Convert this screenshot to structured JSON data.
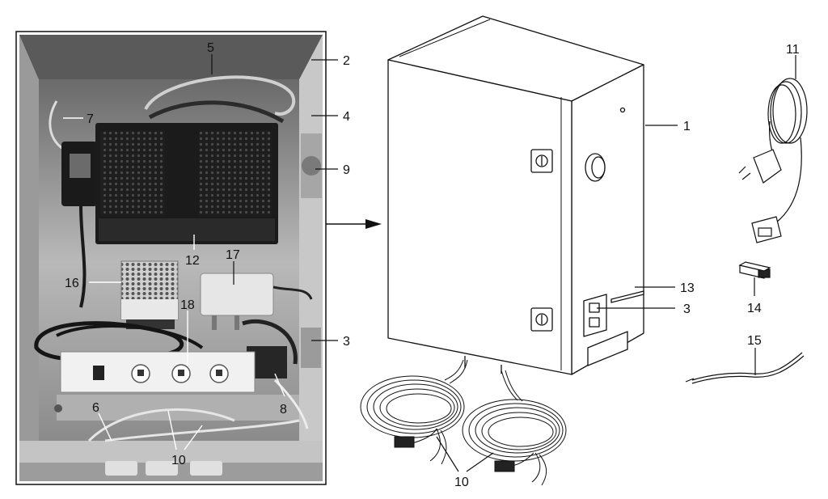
{
  "labels": {
    "c1": "1",
    "c2_photo": "2",
    "c3_photo": "3",
    "c3_draw": "3",
    "c4": "4",
    "c5": "5",
    "c6": "6",
    "c7": "7",
    "c8": "8",
    "c9": "9",
    "c10_photo": "10",
    "c10_draw": "10",
    "c11": "11",
    "c12": "12",
    "c13": "13",
    "c14": "14",
    "c15": "15",
    "c16": "16",
    "c17": "17",
    "c18": "18"
  },
  "colors": {
    "line": "#111111",
    "photo_dark": "#3a3a3a",
    "photo_mid": "#8c8c8c",
    "photo_light": "#d6d6d6"
  }
}
